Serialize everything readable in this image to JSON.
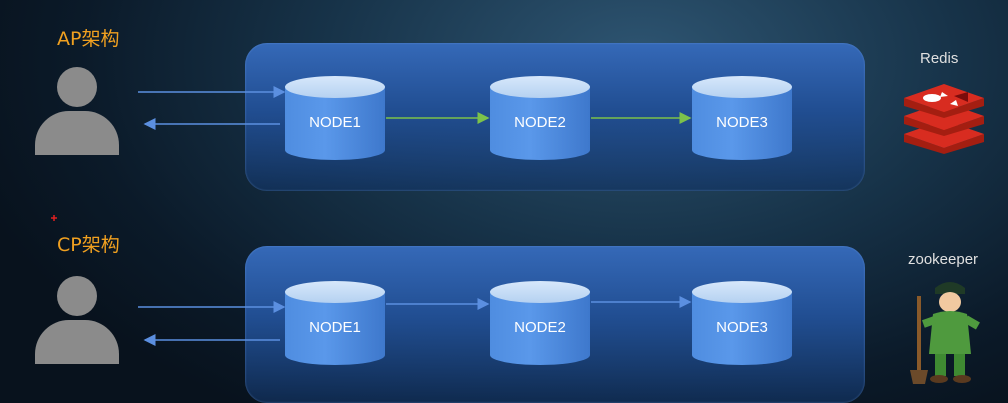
{
  "ap": {
    "title": "AP架构",
    "nodes": [
      "NODE1",
      "NODE2",
      "NODE3"
    ],
    "brand": "Redis",
    "brand_icon": "redis-logo-icon"
  },
  "cp": {
    "title": "CP架构",
    "nodes": [
      "NODE1",
      "NODE2",
      "NODE3"
    ],
    "brand": "zookeeper",
    "brand_icon": "zookeeper-mascot-icon"
  },
  "colors": {
    "title": "#f0a020",
    "ap_link": "#7cc24a",
    "cp_link": "#5b8fe0",
    "panel": "#2a5ca6"
  }
}
